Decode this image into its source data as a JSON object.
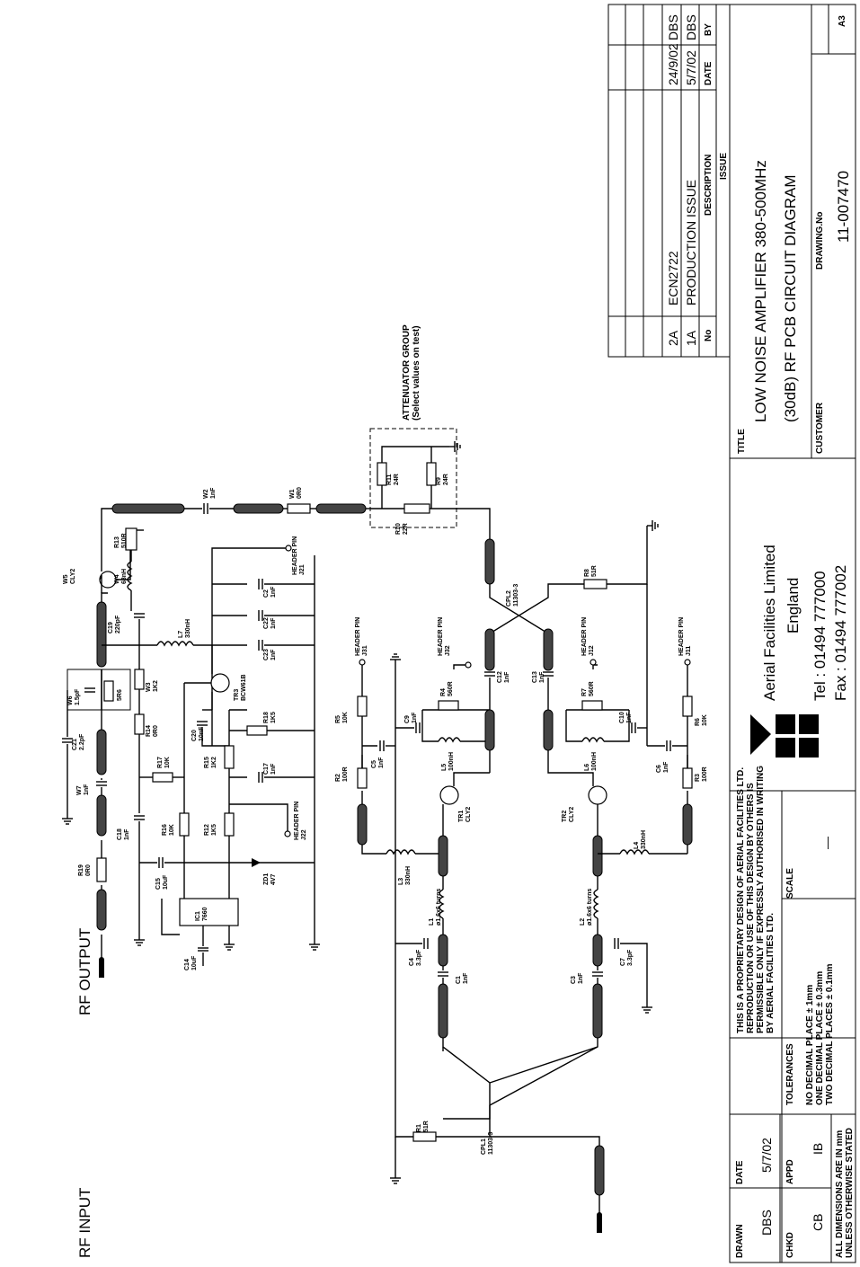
{
  "labels": {
    "rf_output": "RF OUTPUT",
    "rf_input": "RF INPUT",
    "attenuator_1": "ATTENUATOR GROUP",
    "attenuator_2": "(Select values on test)"
  },
  "components": {
    "W5": [
      "W5",
      "CLY2"
    ],
    "W4": [
      "W4",
      "68nH"
    ],
    "R13": [
      "R13",
      "510R"
    ],
    "C19": [
      "C19",
      "220pF"
    ],
    "W2": [
      "W2",
      "1nF"
    ],
    "W1": [
      "W1",
      "0R0"
    ],
    "J21": [
      "HEADER PIN",
      "J21"
    ],
    "C2": [
      "C2",
      "1nF"
    ],
    "C22": [
      "C22",
      "1nF"
    ],
    "C23": [
      "C23",
      "1nF"
    ],
    "L7": [
      "L7",
      "330nH"
    ],
    "TR3": [
      "TR3",
      "BCW61B"
    ],
    "W3": [
      "W3",
      "1K2"
    ],
    "W6": [
      "W6",
      "1.5pF"
    ],
    "W6b": [
      "5R6"
    ],
    "C21": [
      "C21",
      "2.2pF"
    ],
    "R14": [
      "R14",
      "0R0"
    ],
    "C20": [
      "C20",
      "10nF"
    ],
    "R18": [
      "R18",
      "1K5"
    ],
    "R15": [
      "R15",
      "1K2"
    ],
    "C17": [
      "C17",
      "1nF"
    ],
    "R17": [
      "R17",
      "10K"
    ],
    "W7": [
      "W7",
      "1nF"
    ],
    "R16": [
      "R16",
      "10K"
    ],
    "R12": [
      "R12",
      "1K5"
    ],
    "J22": [
      "HEADER PIN",
      "J22"
    ],
    "C18": [
      "C18",
      "1nF"
    ],
    "C15": [
      "C15",
      "10uF"
    ],
    "ZD1": [
      "ZD1",
      "4V7"
    ],
    "R19": [
      "R19",
      "0R0"
    ],
    "IC1": [
      "IC1",
      "7660"
    ],
    "C14": [
      "C14",
      "10uF"
    ],
    "R11": [
      "R11",
      "24R"
    ],
    "R9": [
      "R9",
      "24R"
    ],
    "R10": [
      "R10",
      "22R"
    ],
    "CPL2": [
      "CPL2",
      "11303-3"
    ],
    "R8": [
      "R8",
      "51R"
    ],
    "J31": [
      "HEADER PIN",
      "J31"
    ],
    "J32": [
      "HEADER PIN",
      "J32"
    ],
    "J12": [
      "HEADER PIN",
      "J12"
    ],
    "J11": [
      "HEADER PIN",
      "J11"
    ],
    "C9": [
      "C9",
      "1nF"
    ],
    "R4": [
      "R4",
      "560R"
    ],
    "C12": [
      "C12",
      "1nF"
    ],
    "C13": [
      "C13",
      "1nF"
    ],
    "R7": [
      "R7",
      "560R"
    ],
    "C10": [
      "C10",
      "1nF"
    ],
    "R5": [
      "R5",
      "10K"
    ],
    "C5": [
      "C5",
      "1nF"
    ],
    "L5": [
      "L5",
      "100nH"
    ],
    "L6": [
      "L6",
      "100nH"
    ],
    "C6": [
      "C6",
      "1nF"
    ],
    "R6": [
      "R6",
      "10K"
    ],
    "R2": [
      "R2",
      "100R"
    ],
    "R3": [
      "R3",
      "100R"
    ],
    "TR1": [
      "TR1",
      "CLY2"
    ],
    "TR2": [
      "TR2",
      "CLY2"
    ],
    "L3": [
      "L3",
      "330nH"
    ],
    "L4": [
      "L4",
      "330nH"
    ],
    "L1": [
      "L1",
      "ø1.6x6 turns"
    ],
    "L2": [
      "L2",
      "ø1.6x6 turns"
    ],
    "C4": [
      "C4",
      "3.3pF"
    ],
    "C1": [
      "C1",
      "1nF"
    ],
    "C3": [
      "C3",
      "1nF"
    ],
    "C7": [
      "C7",
      "3.3pF"
    ],
    "R1": [
      "R1",
      "51R"
    ],
    "CPL1": [
      "CPL1",
      "11303-3"
    ]
  },
  "title_block": {
    "issues": [
      {
        "no": "2A",
        "description": "ECN2722",
        "date": "24/9/02",
        "by": "DBS"
      },
      {
        "no": "1A",
        "description": "PRODUCTION ISSUE",
        "date": "5/7/02",
        "by": "DBS"
      }
    ],
    "issue_headers": {
      "no": "No",
      "description": "DESCRIPTION",
      "date": "DATE",
      "by": "BY",
      "issue": "ISSUE"
    },
    "title_label": "TITLE",
    "title_line1": "LOW NOISE AMPLIFIER 380-500MHz",
    "title_line2": "(30dB) RF PCB CIRCUIT DIAGRAM",
    "customer_label": "CUSTOMER",
    "drawing_no_label": "DRAWING.No",
    "drawing_no": "11-007470",
    "sheet_size": "A3",
    "company_line1": "Aerial Facilities Limited",
    "company_line2": "England",
    "tel": "Tel : 01494 777000",
    "fax": "Fax : 01494 777002",
    "proprietary": [
      "THIS IS A PROPRIETARY DESIGN OF AERIAL FACILITIES LTD.",
      "REPRODUCTION OR USE OF THIS DESIGN BY OTHERS IS",
      "PERMISSIBLE ONLY IF EXPRESSLY AUTHORISED IN WRITING",
      "BY AERIAL FACILITIES LTD."
    ],
    "tolerances_label": "TOLERANCES",
    "tolerances": [
      "NO DECIMAL PLACE ± 1mm",
      "ONE DECIMAL PLACE ± 0.3mm",
      "TWO DECIMAL PLACES ± 0.1mm"
    ],
    "scale_label": "SCALE",
    "scale_value": "—",
    "drawn_label": "DRAWN",
    "drawn_value": "DBS",
    "date_label": "DATE",
    "date_value": "5/7/02",
    "chkd_label": "CHKD",
    "chkd_value": "CB",
    "appd_label": "APPD",
    "appd_value": "IB",
    "dimensions": [
      "ALL DIMENSIONS ARE IN mm",
      "UNLESS OTHERWISE STATED"
    ]
  }
}
